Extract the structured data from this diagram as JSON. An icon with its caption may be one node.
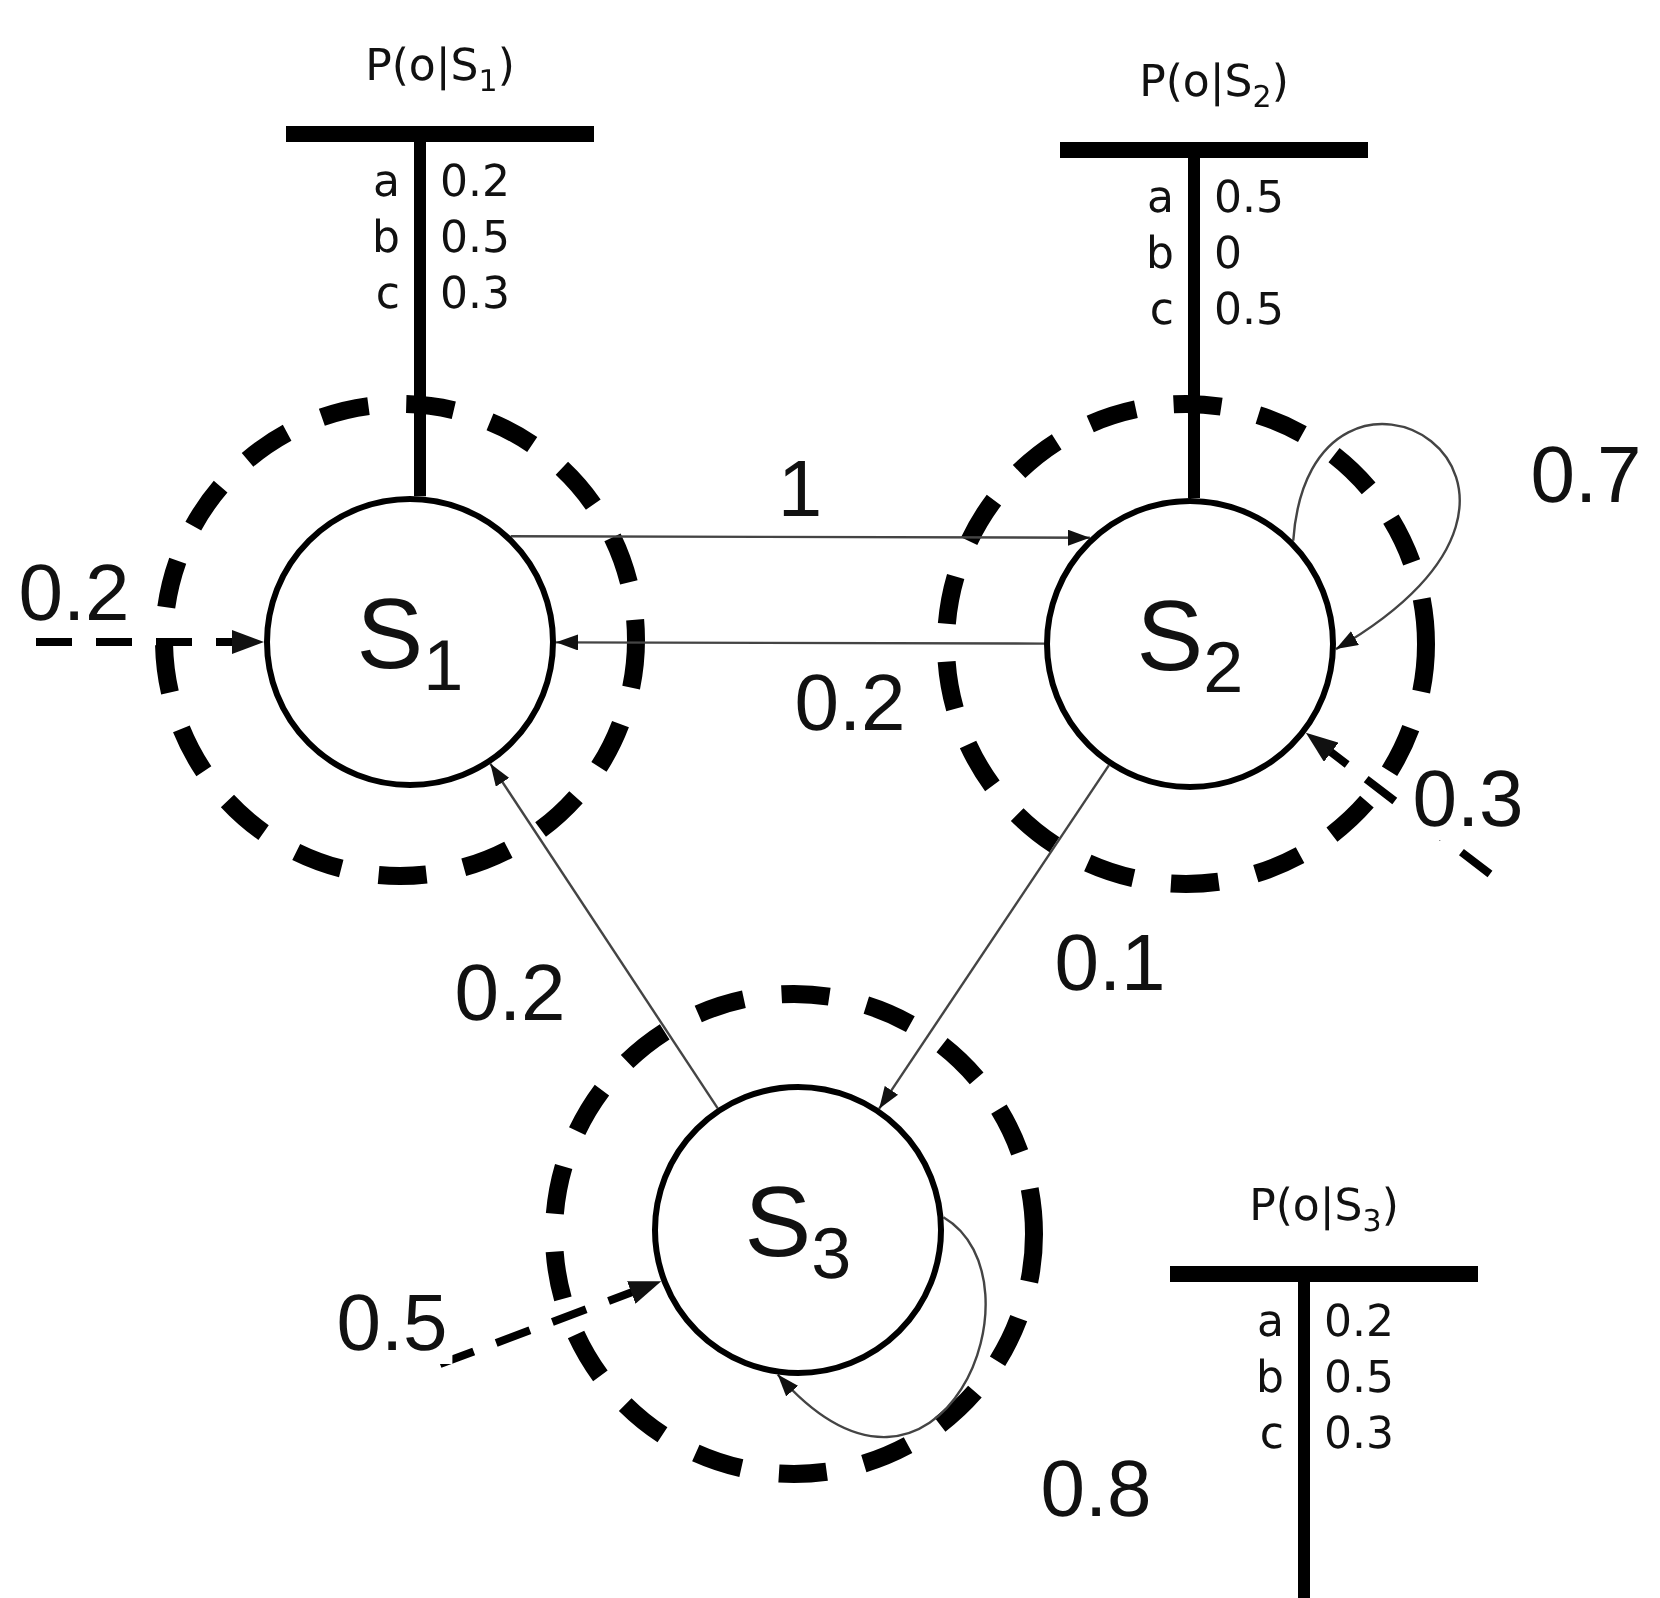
{
  "diagram": {
    "nodes": [
      {
        "text": [
          "S$_{1}$"
        ]
      },
      {
        "text": [
          "S$_{2}$"
        ]
      },
      {
        "text": [
          "S$_{3}$"
        ]
      },
      {
        "text": [
          "P(o|S$_{1}$)",
          "a",
          "0.2",
          "b",
          "0.5",
          "c",
          "0.3"
        ]
      },
      {
        "text": [
          "P(o|S$_{2}$)",
          "a",
          "0.5",
          "b",
          "0",
          "c",
          "0.5"
        ]
      },
      {
        "text": [
          "P(o|S$_{3}$)",
          "a",
          "0.2",
          "b",
          "0.5",
          "c",
          "0.3"
        ]
      }
    ],
    "edges": [
      {
        "from": 0,
        "to": 1,
        "arrow": "to",
        "label": "1"
      },
      {
        "from": 1,
        "to": 0,
        "arrow": "to",
        "label": "0.2"
      },
      {
        "from": 1,
        "to": 1,
        "arrow": "to",
        "label": "0.7"
      },
      {
        "from": 1,
        "to": 2,
        "arrow": "to",
        "label": "0.1"
      },
      {
        "from": 2,
        "to": 0,
        "arrow": "to",
        "label": "0.2"
      },
      {
        "from": 2,
        "to": 2,
        "arrow": "to",
        "label": "0.8"
      },
      {
        "from": null,
        "to": 0,
        "arrow": "to",
        "label": "0.2",
        "style": "dashed"
      },
      {
        "from": null,
        "to": 1,
        "arrow": "to",
        "label": "0.3",
        "style": "dashed"
      },
      {
        "from": null,
        "to": 2,
        "arrow": "to",
        "label": "0.5",
        "style": "dashed"
      },
      {
        "from": 3,
        "to": 0,
        "arrow": "none",
        "style": "thick"
      },
      {
        "from": 4,
        "to": 1,
        "arrow": "none",
        "style": "thick"
      }
    ]
  }
}
